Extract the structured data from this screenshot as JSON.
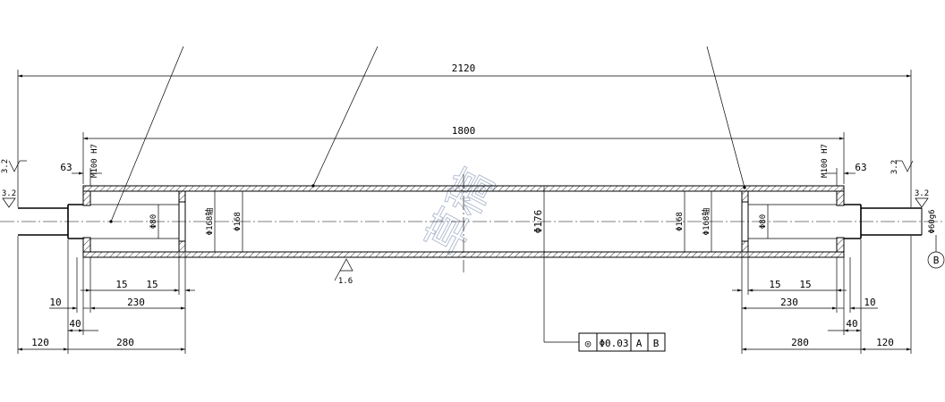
{
  "dimensions": {
    "overall_length": "2120",
    "tube_length": "1800",
    "end_cap_left": "63",
    "end_cap_right": "63",
    "shaft_end_left": "120",
    "shaft_end_right": "120",
    "hub_span_left": "280",
    "hub_span_right": "280",
    "inner_span_left": "230",
    "inner_span_right": "230",
    "offset_40_left": "40",
    "offset_40_right": "40",
    "offset_10_left": "10",
    "offset_10_right": "10",
    "plate_15_a_left": "15",
    "plate_15_b_left": "15",
    "plate_15_a_right": "15",
    "plate_15_b_right": "15"
  },
  "diameters": {
    "outer": "Φ176",
    "bore_left": "Φ80",
    "bore_right": "Φ80",
    "tube_inner_left": "Φ168",
    "tube_inner_right": "Φ168",
    "plate_left": "Φ168轴",
    "plate_right": "Φ168轴",
    "shaft_right": "Φ60g6"
  },
  "surface_roughness": {
    "top_left": "3.2",
    "left_shaft": "3.2",
    "top_right": "3.2",
    "right_shaft": "3.2",
    "bottom": "1.6"
  },
  "fit_notes": {
    "left": "M100 H7",
    "right": "M100 H7"
  },
  "tolerance_frame": {
    "symbol": "◎",
    "value": "Φ0.03",
    "datum_1": "A",
    "datum_2": "B"
  },
  "datum_label": "B",
  "watermark": "草稿"
}
